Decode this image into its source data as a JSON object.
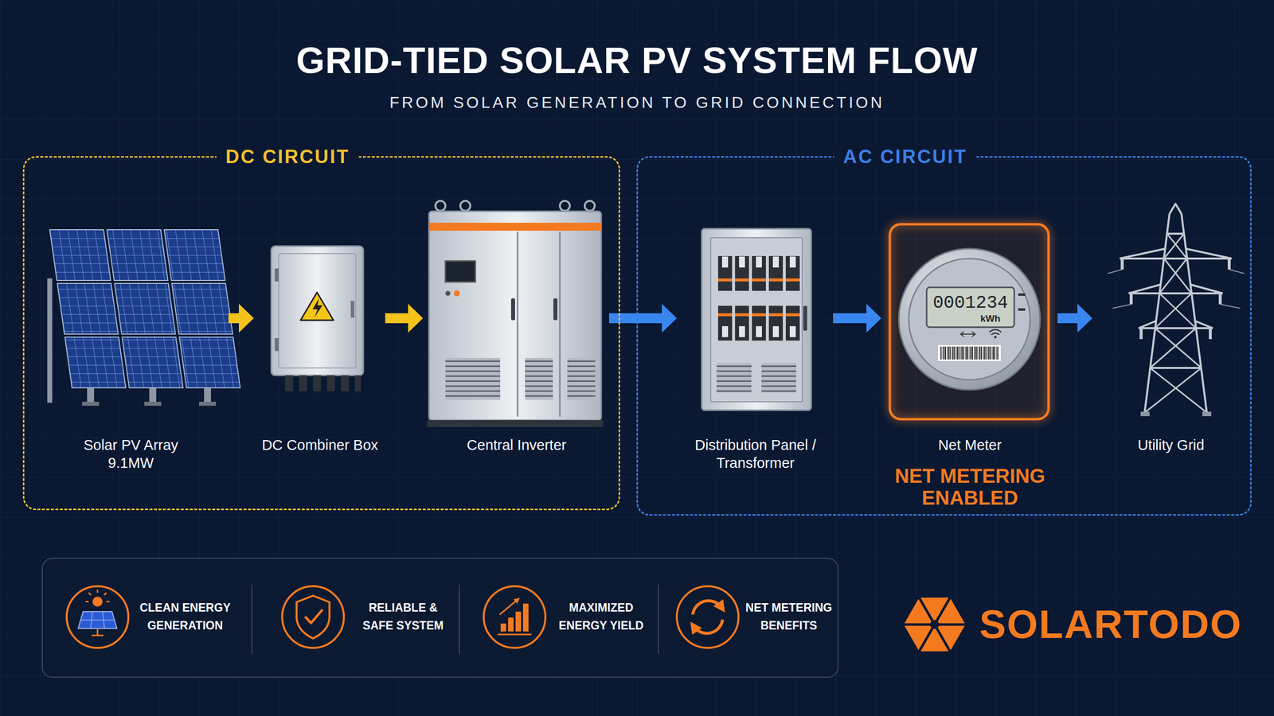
{
  "diagram": {
    "title": "GRID-TIED SOLAR PV SYSTEM FLOW",
    "nodes": [
      {
        "text": [
          "DC CIRCUIT"
        ]
      },
      {
        "text": [
          "Solar PV Array",
          "9.1MW"
        ],
        "in": 0
      },
      {
        "text": [
          "DC Combiner Box"
        ],
        "in": 0
      },
      {
        "text": [
          "Central Inverter"
        ],
        "in": 0
      },
      {
        "text": [
          "AC CIRCUIT"
        ]
      },
      {
        "text": [
          "Distribution Panel / Transformer"
        ],
        "in": 4
      },
      {
        "text": [
          "Net Meter",
          "NET METERING ENABLED"
        ],
        "in": 4
      },
      {
        "text": [
          "Utility Grid"
        ],
        "in": 4
      }
    ],
    "edges": [
      {
        "from": 1,
        "to": 2,
        "arrow": "to"
      },
      {
        "from": 2,
        "to": 3,
        "arrow": "to"
      },
      {
        "from": 3,
        "to": 5,
        "arrow": "to"
      },
      {
        "from": 5,
        "to": 6,
        "arrow": "to"
      },
      {
        "from": 6,
        "to": 7,
        "arrow": "to"
      }
    ],
    "labels": [
      "FROM SOLAR GENERATION TO GRID CONNECTION",
      "0001234",
      "kWh",
      "CLEAN ENERGY GENERATION",
      "RELIABLE & SAFE SYSTEM",
      "MAXIMIZED ENERGY YIELD",
      "NET METERING BENEFITS",
      "SOLARTODO"
    ]
  }
}
